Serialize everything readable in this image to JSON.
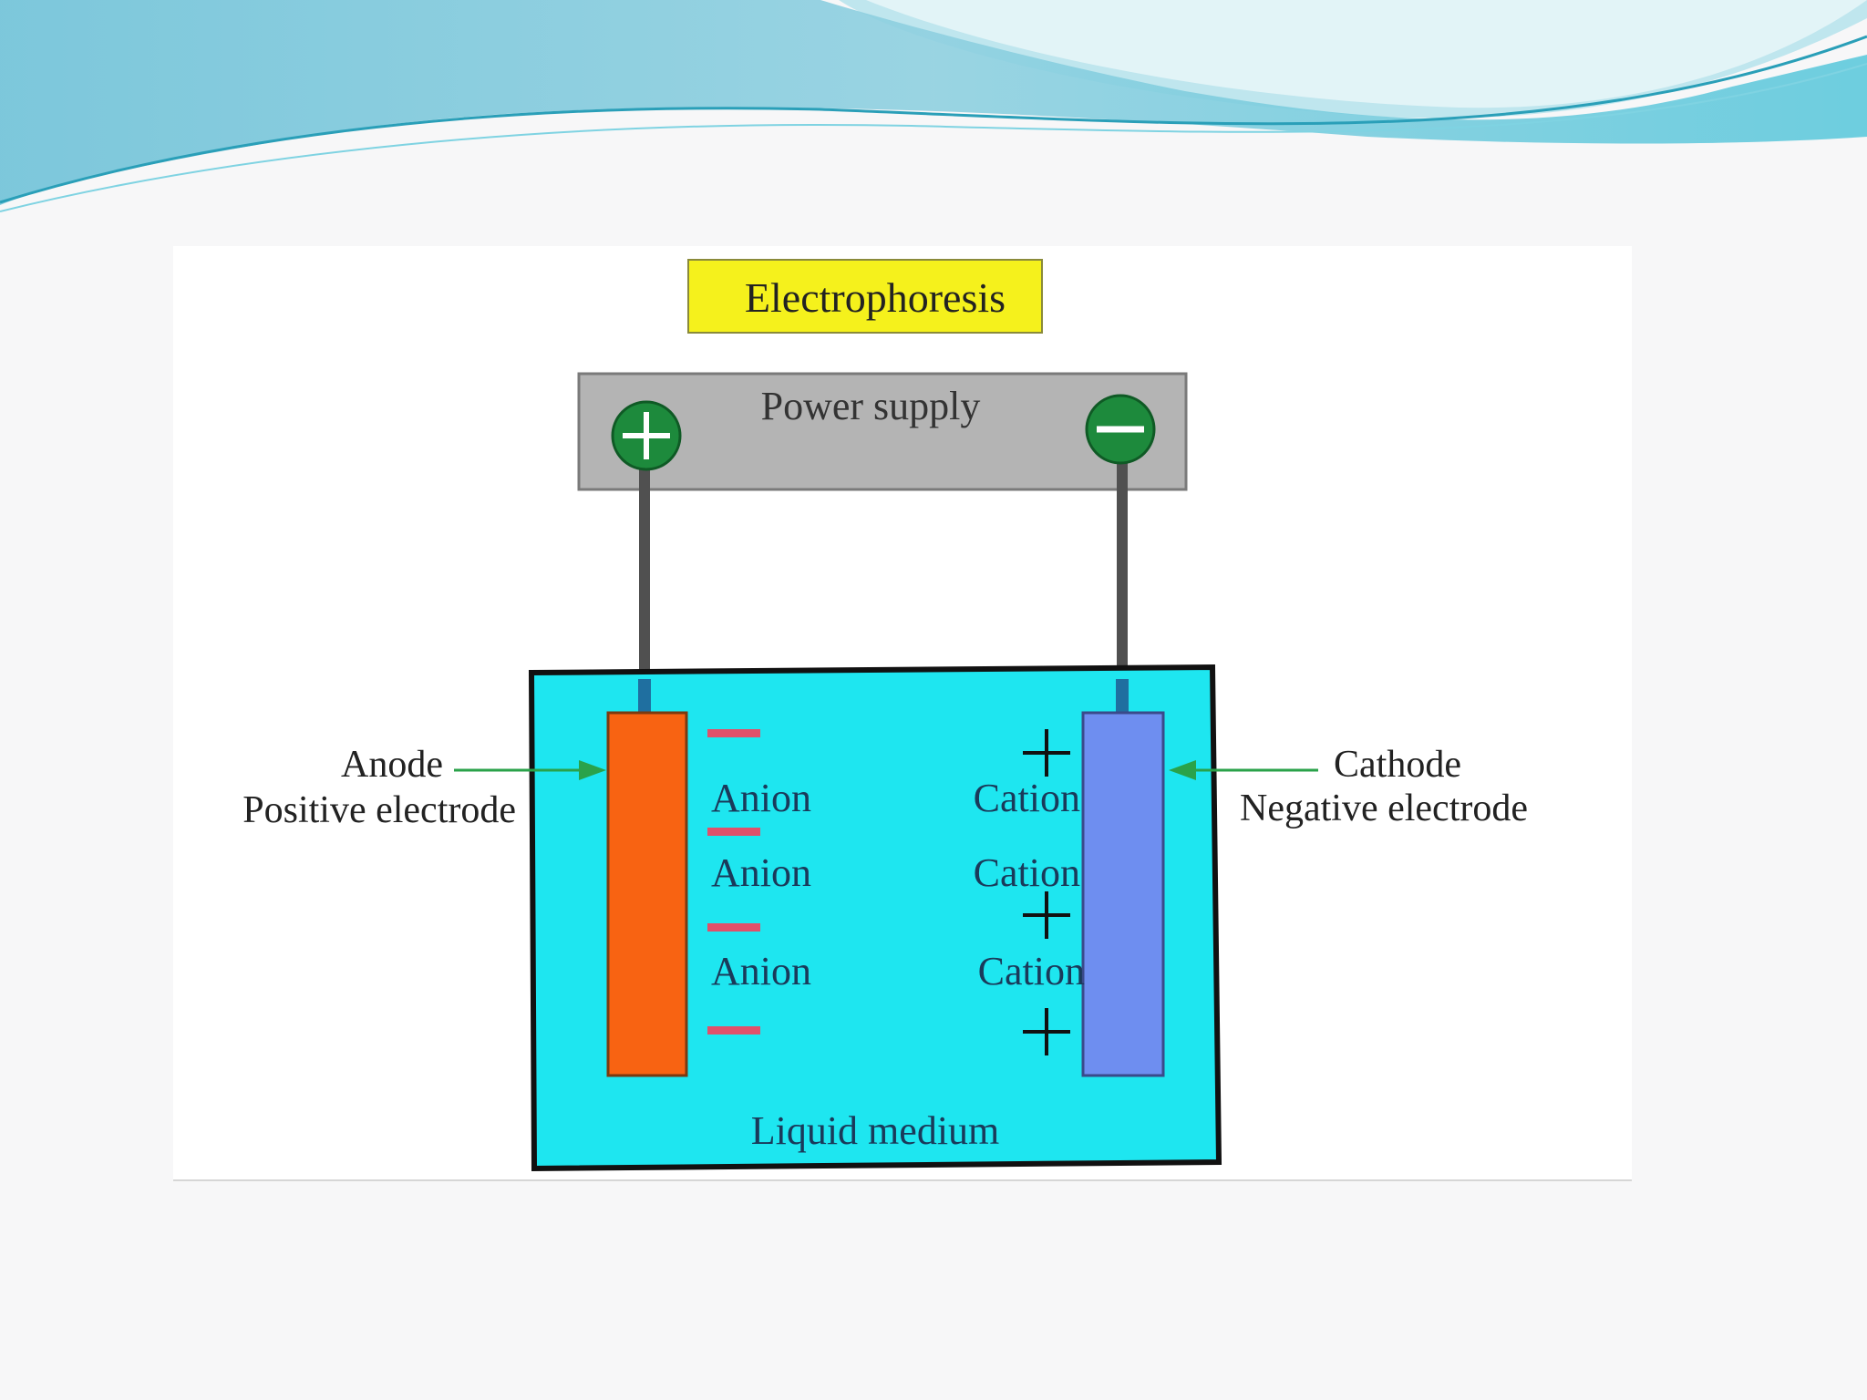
{
  "diagram": {
    "title": "Electrophoresis",
    "power_supply_label": "Power supply",
    "anode_label": "Anode",
    "anode_sublabel": "Positive electrode",
    "cathode_label": "Cathode",
    "cathode_sublabel": "Negative electrode",
    "anions": [
      "Anion",
      "Anion",
      "Anion"
    ],
    "cations": [
      "Cation",
      "Cation",
      "Cation"
    ],
    "medium_label": "Liquid medium",
    "colors": {
      "title_box": "#f5f11c",
      "power_supply": "#b4b4b4",
      "terminal": "#1d8a3c",
      "medium": "#1ee6f0",
      "anode": "#f86312",
      "cathode": "#6e8ef0",
      "arrow": "#2aa24a",
      "anion_mark": "#e0506a",
      "wire": "#505050"
    }
  }
}
